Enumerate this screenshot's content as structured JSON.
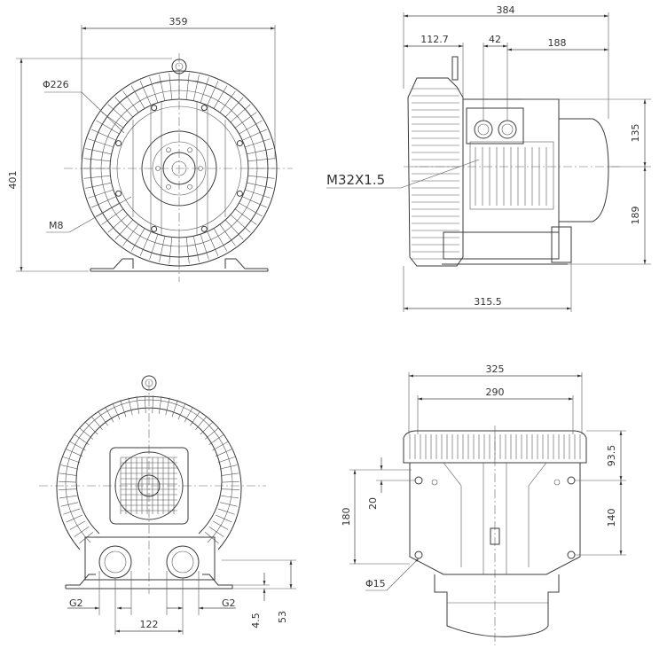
{
  "views": {
    "front": {
      "dim_width": "359",
      "dim_height": "401",
      "dim_diameter": "Φ226",
      "label_thread": "M8"
    },
    "side": {
      "dim_total": "384",
      "dim_a": "112.7",
      "dim_b": "42",
      "dim_c": "188",
      "dim_upper": "135",
      "dim_lower": "189",
      "label_thread": "M32X1.5",
      "dim_base": "315.5"
    },
    "rear": {
      "label_left_port": "G2",
      "label_right_port": "G2",
      "dim_ports": "122",
      "dim_small": "4.5",
      "dim_base": "53"
    },
    "bottom": {
      "dim_outer": "325",
      "dim_inner": "290",
      "dim_top": "93.5",
      "dim_left_tall": "180",
      "dim_left_small": "20",
      "dim_right": "140",
      "dim_hole": "Φ15"
    }
  }
}
